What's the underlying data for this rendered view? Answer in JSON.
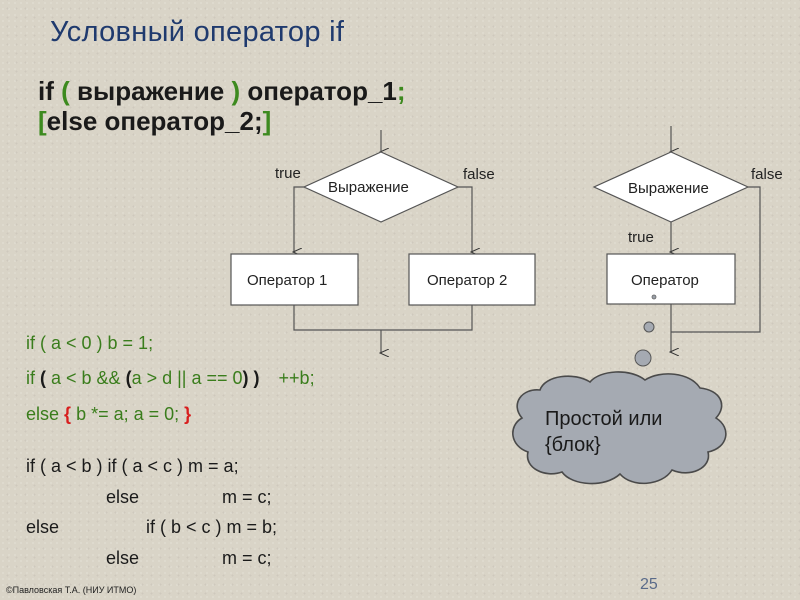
{
  "title": "Условный оператор if",
  "syntax": {
    "l1_if": "if",
    "l1_open": "(",
    "l1_expr": "выражение",
    "l1_close": ")",
    "l1_stmt": "оператор_1",
    "l1_semi": ";",
    "l2_open": "[",
    "l2_body": "else оператор_2;",
    "l2_close": "]"
  },
  "flowchart_left": {
    "condition": "Выражение",
    "true_label": "true",
    "false_label": "false",
    "op1": "Оператор 1",
    "op2": "Оператор 2"
  },
  "flowchart_right": {
    "condition": "Выражение",
    "true_label": "true",
    "false_label": "false",
    "op": "Оператор"
  },
  "examples": {
    "ex1": "if ( a < 0 ) b = 1;",
    "ex2_a": "if",
    "ex2_b": "(",
    "ex2_c": " a < b && ",
    "ex2_d": "(",
    "ex2_e": "a > d || a == 0",
    "ex2_f": ")",
    "ex2_g": " )",
    "ex2_h": "++b;",
    "ex3_a": "else",
    "ex3_b": "{",
    "ex3_c": " b *= a; a = 0; ",
    "ex3_d": "}"
  },
  "nested": {
    "n1": "if ( a < b ) if ( a < c ) m = a;",
    "n2_else": "else",
    "n2_stmt": "m = c;",
    "n3_else": "else",
    "n3_stmt": "if ( b < c ) m = b;",
    "n4_else": "else",
    "n4_stmt": "m = c;"
  },
  "cloud": {
    "line1": "Простой или",
    "line2": "{блок}"
  },
  "footer": "©Павловская Т.А. (НИУ ИТМО)",
  "page_number": "25"
}
